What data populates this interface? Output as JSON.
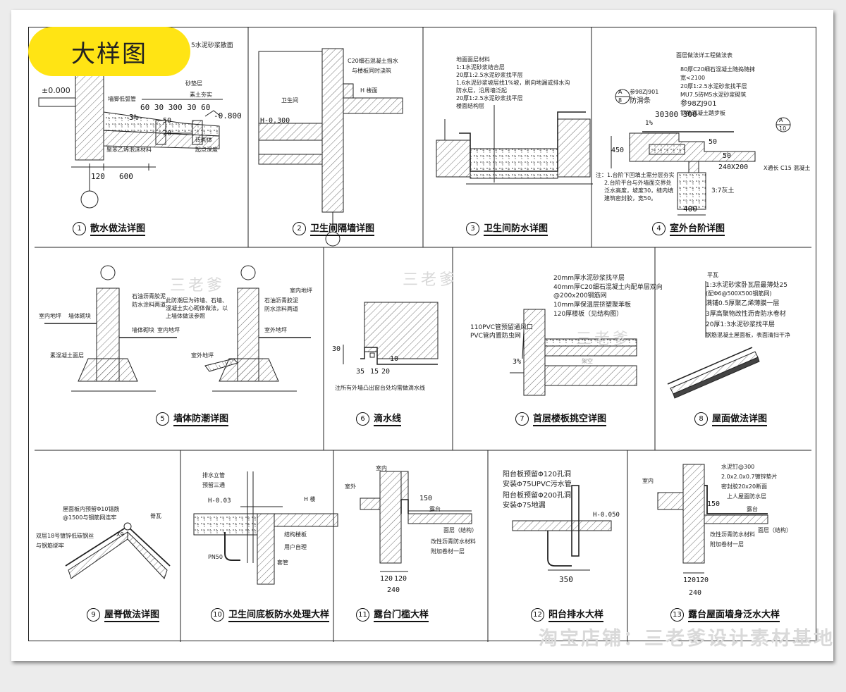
{
  "badge": "大样图",
  "captions": [
    {
      "num": "1",
      "title": "散水做法详图"
    },
    {
      "num": "2",
      "title": "卫生间隔墙详图"
    },
    {
      "num": "3",
      "title": "卫生间防水详图"
    },
    {
      "num": "4",
      "title": "室外台阶详图"
    },
    {
      "num": "5",
      "title": "墙体防潮详图"
    },
    {
      "num": "6",
      "title": "滴水线"
    },
    {
      "num": "7",
      "title": "首层楼板挑空详图"
    },
    {
      "num": "8",
      "title": "屋面做法详图"
    },
    {
      "num": "9",
      "title": "屋脊做法详图"
    },
    {
      "num": "10",
      "title": "卫生间底板防水处理大样"
    },
    {
      "num": "11",
      "title": "露台门槛大样"
    },
    {
      "num": "12",
      "title": "阳台排水大样"
    },
    {
      "num": "13",
      "title": "露台屋面墙身泛水大样"
    }
  ],
  "d1": {
    "top_note": "5水泥砂浆散面",
    "elev_top": "±0.000",
    "n1": "砂垫层",
    "n2": "素土夯实",
    "n3": "墙脚低弧管",
    "slope": "3%",
    "dims_top": "60 30 300 30 60",
    "elev": "-0.800",
    "n4": "砖砌体",
    "n5": "起点深度",
    "n6": "聚苯乙烯泡沫材料",
    "d120": "120",
    "d600": "600",
    "d50": "50",
    "d20": "20"
  },
  "d2": {
    "n1": "C20细石混凝土挡水",
    "n2": "与楼板同时浇筑",
    "room": "卫生间",
    "elev": "H-0.300",
    "floor": "H  楼面"
  },
  "d3": {
    "layers": [
      "地面面层材料",
      "1:1水泥砂浆结合层",
      "20厚1:2.5水泥砂浆找平层",
      "1.6水泥砂浆坡层找1%坡，刷向地漏或排水沟",
      "防水层，沿周墙泛起",
      "20厚1:2.5水泥砂浆找平层",
      "楼面结构层"
    ]
  },
  "d4": {
    "title": "面层做法详工程做法表",
    "ref1": "参98ZJ901",
    "label1": "防滑条",
    "ref_a": "A",
    "ref_8": "8",
    "layers": [
      "80厚C20细石混凝土随捣随抹",
      "宽<2100",
      "20厚1:2.5水泥砂浆找平层",
      "MU7.5砖M5水泥砂浆砌筑",
      "参98ZJ901",
      "钢筋混凝土踏步板"
    ],
    "ref_b": "A",
    "ref_10": "10",
    "pct": "1%",
    "d303": "30300  300",
    "d450": "450",
    "d50a": "50",
    "d50b": "50",
    "d240": "240X200",
    "beam": "X通长 C15 混凝土",
    "soil": "3:7灰土",
    "d400": "400",
    "notes": [
      "注：1.台阶下回填土需分层夯实",
      "2.台阶平台与外墙面交界处",
      "泛水高度，坡度30，缝内填",
      "建筑密封胶，宽50。"
    ]
  },
  "d5": {
    "n1": "石油沥青胶泥",
    "n2": "防水涂料两道",
    "n3": "室内地坪",
    "n4": "墙体砌块",
    "n5": "此防潮层为砖墙、石墙、混凝土实心砌体做法，以上墙体做法参照",
    "n6": "石油沥青胶泥",
    "n7": "防水涂料两道",
    "n8": "室内地坪",
    "n9": "墙体砌块",
    "n10": "室内地坪",
    "n11": "室外地坪",
    "n12": "素混凝土面层",
    "n13": "室外地坪"
  },
  "d6": {
    "d30": "30",
    "d35": "35",
    "d15": "15",
    "d10": "10",
    "d20": "20",
    "note": "注所有外墙凸出窗台处均需做滴水线"
  },
  "d7": {
    "layers": [
      "20mm厚水泥砂浆找平层",
      "40mm厚C20细石混凝土内配单层双向",
      "@200x200钢筋网",
      "10mm厚保温层挤塑聚苯板",
      "120厚楼板（见结构图）"
    ],
    "pipe1": "110PVC管预留通风口",
    "pipe2": "PVC管内置防虫网",
    "slope": "3%",
    "room": "架空"
  },
  "d8": {
    "top": "平瓦",
    "layers": [
      "1:3水泥砂浆卧瓦层最薄处25",
      "(配Φ6@500X500钢筋网)",
      "满铺0.5厚聚乙烯薄膜一层",
      "3厚高聚物改性沥青防水卷材",
      "20厚1:3水泥砂浆找平层",
      "钢筋混凝土屋面板，表面清扫干净"
    ]
  },
  "d9": {
    "n1": "屋面板内预留Φ10锚筋",
    "n2": "@1500与钢筋网连牢",
    "n3": "双层18号镀锌低碳钢丝",
    "n4": "与钢筋绑牢",
    "n5": "脊瓦",
    "n6": "X9"
  },
  "d10": {
    "n1": "排水立管",
    "n2": "预留三通",
    "elev": "H-0.03",
    "floor": "H  楼",
    "n3": "结构楼板",
    "n4": "用户自理",
    "n5": "套管",
    "pipe": "PN50"
  },
  "d11": {
    "n1": "室内",
    "n2": "室外",
    "n3": "露台",
    "n4": "面层（结构）",
    "n5": "改性沥青防水材料",
    "n6": "附加卷材一层",
    "d120a": "120",
    "d120b": "120",
    "d240": "240",
    "d150": "150"
  },
  "d12": {
    "n1": "阳台板预留Φ120孔洞",
    "n2": "安装Φ75UPVC污水管",
    "n3": "阳台板预留Φ200孔洞",
    "n4": "安装Φ75地漏",
    "elev": "H-0.050",
    "d350": "350"
  },
  "d13": {
    "n1": "水泥钉@300",
    "n2": "2.0x2.0x0.7镀锌垫片",
    "n3": "密封胶20x20断面",
    "n4": "上人屋面防水层",
    "n5": "室内",
    "n6": "露台",
    "n7": "面层（结构）",
    "n8": "改性沥青防水材料",
    "n9": "附加卷材一层",
    "d150": "150",
    "d120a": "120",
    "d120b": "120",
    "d240": "240"
  },
  "watermark": "三老爹",
  "shop": "淘宝店铺：三老爹设计素材基地"
}
